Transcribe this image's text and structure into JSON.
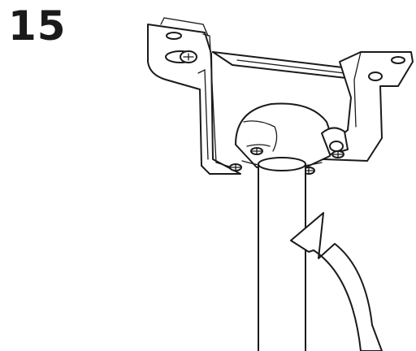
{
  "step": {
    "number": "15"
  },
  "illustration": {
    "subject": "ceiling-mount-bracket-with-pole",
    "rotation_direction": "counterclockwise",
    "line_color": "#1a1a1a",
    "background_color": "#ffffff"
  }
}
